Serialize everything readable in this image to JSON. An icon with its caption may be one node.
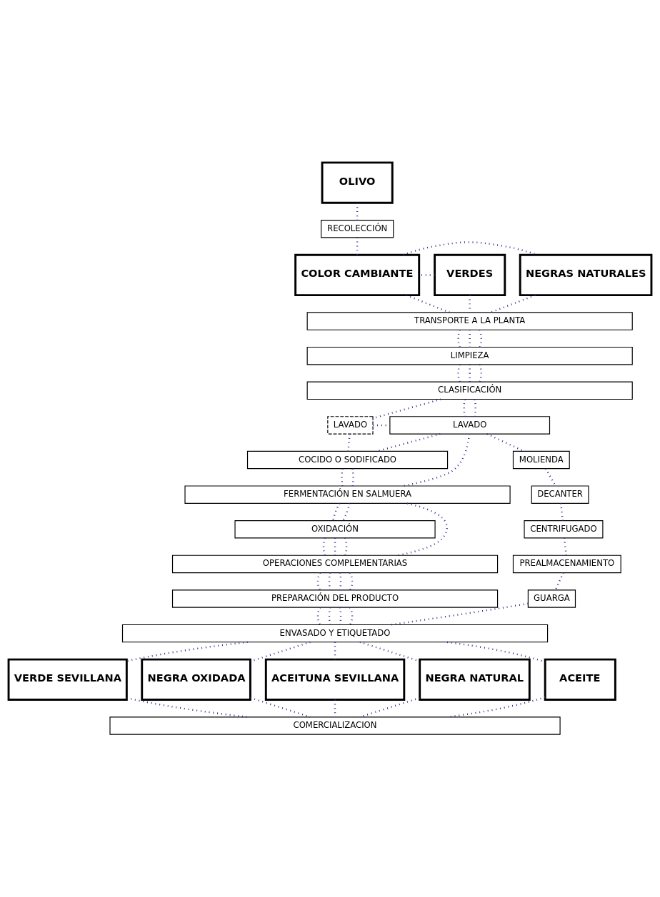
{
  "diagram": {
    "nodes": [
      {
        "text": [
          "OLIVO"
        ]
      },
      {
        "text": [
          "RECOLECCIÓN"
        ]
      },
      {
        "text": [
          "VERDES"
        ]
      },
      {
        "text": [
          "COLOR CAMBIANTE"
        ]
      },
      {
        "text": [
          "NEGRAS NATURALES"
        ]
      },
      {
        "text": [
          "TRANSPORTE A LA PLANTA"
        ]
      },
      {
        "text": [
          "LIMPIEZA"
        ]
      },
      {
        "text": [
          "CLASIFICACIÓN"
        ]
      },
      {
        "text": [
          "LAVADO"
        ]
      },
      {
        "text": [
          "LAVADO"
        ]
      },
      {
        "text": [
          "COCIDO O SODIFICADO"
        ]
      },
      {
        "text": [
          "MOLIENDA"
        ]
      },
      {
        "text": [
          "DECANTER"
        ]
      },
      {
        "text": [
          "CENTRIFUGADO"
        ]
      },
      {
        "text": [
          "PREALMACENAMIENTO"
        ]
      },
      {
        "text": [
          "FERMENTACIÓN EN SALMUERA"
        ]
      },
      {
        "text": [
          "OXIDACIÓN"
        ]
      },
      {
        "text": [
          "OPERACIONES COMPLEMENTARIAS"
        ]
      },
      {
        "text": [
          "GUARGA"
        ]
      },
      {
        "text": [
          "PREPARACIÓN DEL PRODUCTO"
        ]
      },
      {
        "text": [
          "ENVASADO Y ETIQUETADO"
        ]
      },
      {
        "text": [
          "VERDE SEVILLANA"
        ]
      },
      {
        "text": [
          "NEGRA OXIDADA"
        ]
      },
      {
        "text": [
          "ACEITUNA SEVILLANA"
        ]
      },
      {
        "text": [
          "NEGRA NATURAL"
        ]
      },
      {
        "text": [
          "ACEITE"
        ]
      },
      {
        "text": [
          "COMERCIALIZACION"
        ]
      }
    ],
    "edges": [
      {
        "from": 0,
        "to": 1,
        "arrow": "none"
      },
      {
        "from": 1,
        "to": 3,
        "arrow": "none"
      },
      {
        "from": 2,
        "to": 3,
        "arrow": "none"
      },
      {
        "from": 3,
        "to": 4,
        "arrow": "none"
      },
      {
        "from": 2,
        "to": 5,
        "arrow": "none"
      },
      {
        "from": 3,
        "to": 5,
        "arrow": "none"
      },
      {
        "from": 4,
        "to": 5,
        "arrow": "none"
      },
      {
        "from": 5,
        "to": 6,
        "arrow": "none"
      },
      {
        "from": 5,
        "to": 6,
        "arrow": "none"
      },
      {
        "from": 5,
        "to": 6,
        "arrow": "none"
      },
      {
        "from": 6,
        "to": 7,
        "arrow": "none"
      },
      {
        "from": 6,
        "to": 7,
        "arrow": "none"
      },
      {
        "from": 6,
        "to": 7,
        "arrow": "none"
      },
      {
        "from": 7,
        "to": 8,
        "arrow": "none"
      },
      {
        "from": 7,
        "to": 9,
        "arrow": "none"
      },
      {
        "from": 7,
        "to": 9,
        "arrow": "none"
      },
      {
        "from": 8,
        "to": 9,
        "arrow": "none"
      },
      {
        "from": 9,
        "to": 11,
        "arrow": "none"
      },
      {
        "from": 8,
        "to": 10,
        "arrow": "none"
      },
      {
        "from": 9,
        "to": 10,
        "arrow": "none"
      },
      {
        "from": 9,
        "to": 15,
        "arrow": "none"
      },
      {
        "from": 10,
        "to": 15,
        "arrow": "none"
      },
      {
        "from": 10,
        "to": 15,
        "arrow": "none"
      },
      {
        "from": 11,
        "to": 12,
        "arrow": "none"
      },
      {
        "from": 12,
        "to": 13,
        "arrow": "none"
      },
      {
        "from": 13,
        "to": 14,
        "arrow": "none"
      },
      {
        "from": 14,
        "to": 18,
        "arrow": "none"
      },
      {
        "from": 15,
        "to": 16,
        "arrow": "none"
      },
      {
        "from": 15,
        "to": 16,
        "arrow": "none"
      },
      {
        "from": 15,
        "to": 17,
        "arrow": "none"
      },
      {
        "from": 16,
        "to": 17,
        "arrow": "none"
      },
      {
        "from": 16,
        "to": 17,
        "arrow": "none"
      },
      {
        "from": 16,
        "to": 17,
        "arrow": "none"
      },
      {
        "from": 17,
        "to": 19,
        "arrow": "none"
      },
      {
        "from": 17,
        "to": 19,
        "arrow": "none"
      },
      {
        "from": 17,
        "to": 19,
        "arrow": "none"
      },
      {
        "from": 17,
        "to": 19,
        "arrow": "none"
      },
      {
        "from": 18,
        "to": 20,
        "arrow": "none"
      },
      {
        "from": 19,
        "to": 20,
        "arrow": "none"
      },
      {
        "from": 19,
        "to": 20,
        "arrow": "none"
      },
      {
        "from": 19,
        "to": 20,
        "arrow": "none"
      },
      {
        "from": 19,
        "to": 20,
        "arrow": "none"
      },
      {
        "from": 20,
        "to": 21,
        "arrow": "none"
      },
      {
        "from": 20,
        "to": 22,
        "arrow": "none"
      },
      {
        "from": 20,
        "to": 23,
        "arrow": "none"
      },
      {
        "from": 20,
        "to": 24,
        "arrow": "none"
      },
      {
        "from": 20,
        "to": 25,
        "arrow": "none"
      },
      {
        "from": 21,
        "to": 26,
        "arrow": "none"
      },
      {
        "from": 22,
        "to": 26,
        "arrow": "none"
      },
      {
        "from": 23,
        "to": 26,
        "arrow": "none"
      },
      {
        "from": 24,
        "to": 26,
        "arrow": "none"
      },
      {
        "from": 25,
        "to": 26,
        "arrow": "none"
      }
    ]
  }
}
